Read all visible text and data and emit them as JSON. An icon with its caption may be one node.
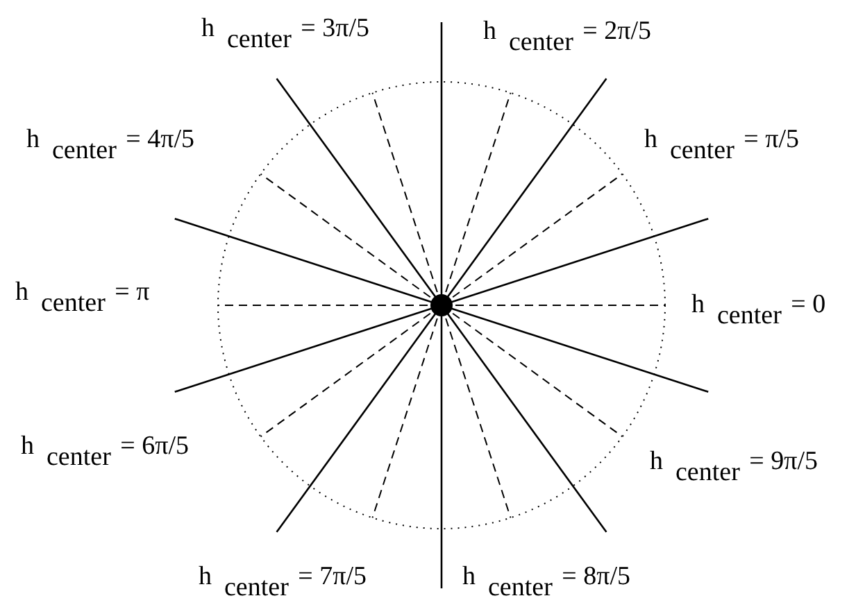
{
  "diagram": {
    "labels": [
      "h$_{center}$ = 3π/5",
      "h$_{center}$ = 2π/5",
      "h$_{center}$ = 4π/5",
      "h$_{center}$ = π/5",
      "h$_{center}$ = π",
      "h$_{center}$ = 0",
      "h$_{center}$ = 6π/5",
      "h$_{center}$ = 9π/5",
      "h$_{center}$ = 7π/5",
      "h$_{center}$ = 8π/5"
    ]
  }
}
